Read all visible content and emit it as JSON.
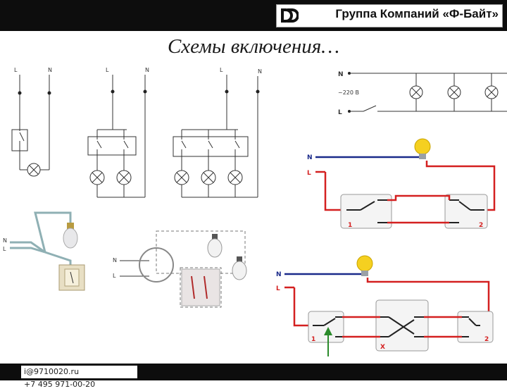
{
  "header": {
    "brand": "Группа Компаний «Ф-Байт»"
  },
  "title": "Схемы включения…",
  "footer": {
    "email": "i@9710020.ru",
    "phone": "+7 495 971-00-20"
  },
  "schematics": {
    "line_label": "L",
    "neutral_label": "N",
    "voltage": "~220 В"
  },
  "pass_through_1": {
    "n": "N",
    "l": "L",
    "switch1": "1",
    "switch2": "2"
  },
  "pass_through_2": {
    "n": "N",
    "l": "L",
    "switch1": "1",
    "switchx": "X",
    "switch2": "2"
  },
  "photo_left": {
    "n": "N",
    "l": "L"
  },
  "photo_mid": {
    "n": "N",
    "l": "L"
  },
  "colors": {
    "neutral_wire": "#1a2a8a",
    "line_wire": "#d42020",
    "bulb": "#f5d020",
    "bar": "#0d0d0d"
  }
}
